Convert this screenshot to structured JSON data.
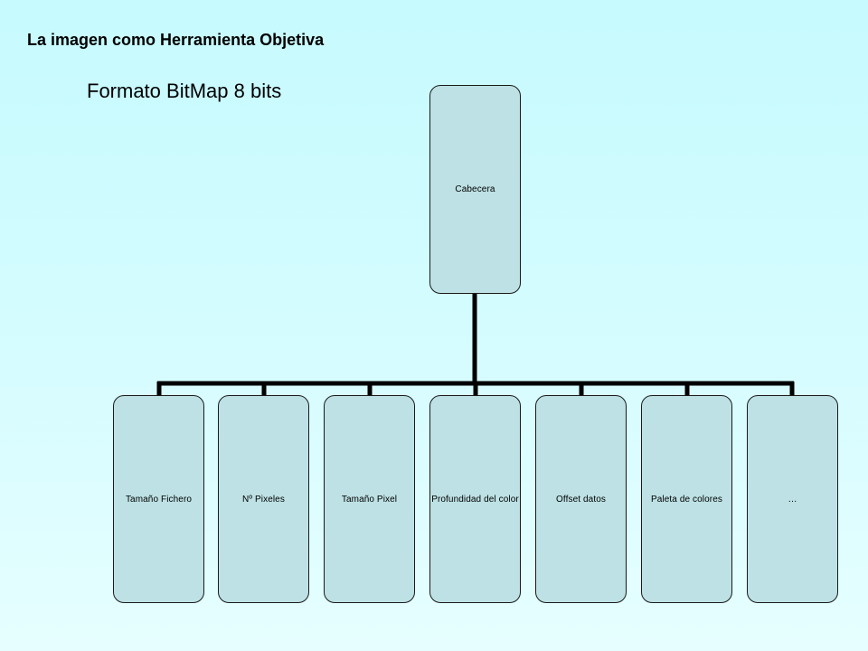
{
  "slide": {
    "title": "La imagen como Herramienta Objetiva",
    "subtitle": "Formato BitMap 8 bits"
  },
  "diagram": {
    "root": {
      "label": "Cabecera"
    },
    "children": [
      {
        "label": "Tamaño Fichero"
      },
      {
        "label": "Nº Pixeles"
      },
      {
        "label": "Tamaño Pixel"
      },
      {
        "label": "Profundidad del color"
      },
      {
        "label": "Offset datos"
      },
      {
        "label": "Paleta de colores"
      },
      {
        "label": "…"
      }
    ]
  },
  "colors": {
    "background": "#d4fcff",
    "box_fill": "#bde1e4",
    "connector": "#000000"
  }
}
